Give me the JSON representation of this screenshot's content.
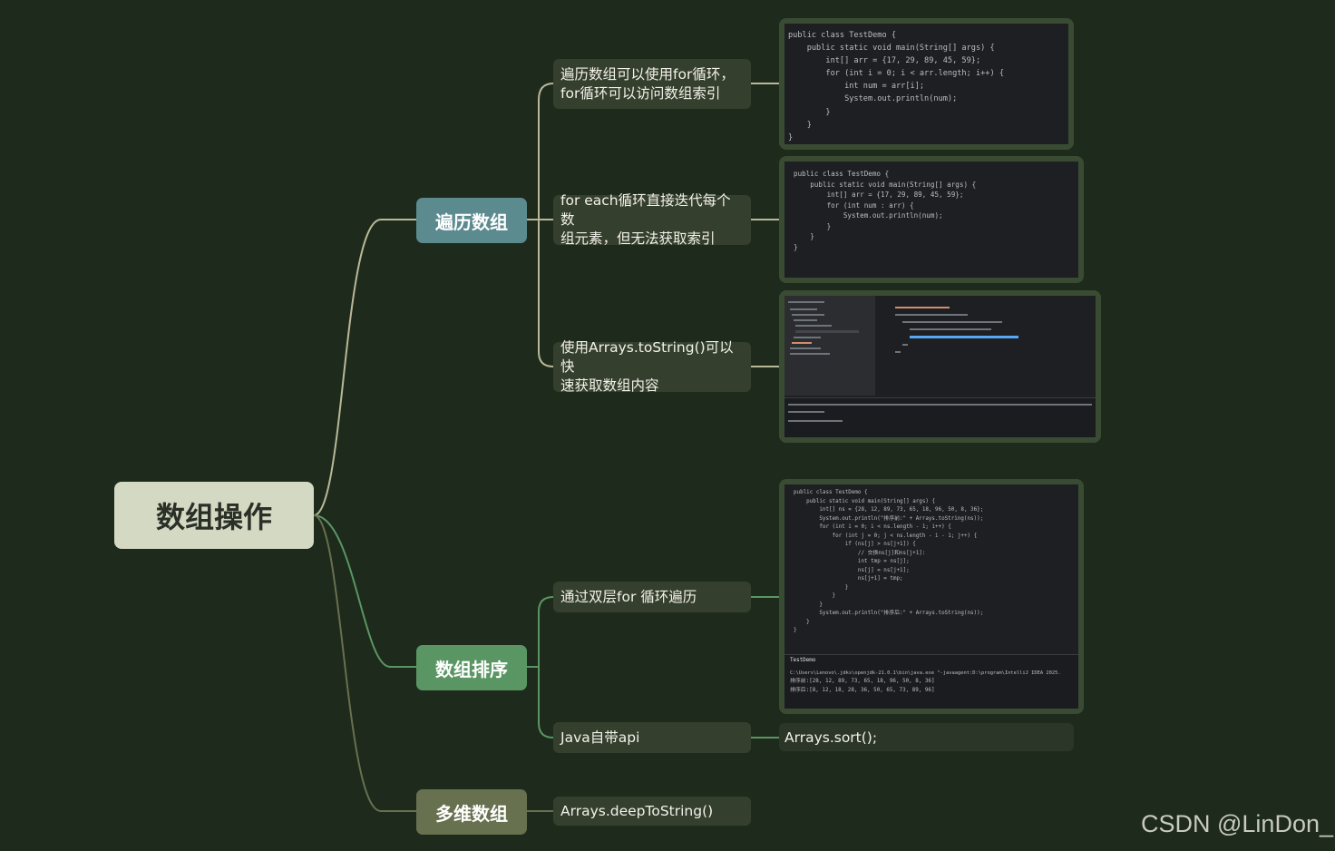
{
  "colors": {
    "background": "#1e2a1c",
    "root": "#d4d9c3",
    "branch_traverse": "#5b8a8f",
    "branch_sort": "#5a9663",
    "branch_multi": "#67704f",
    "leaf": "#353f2d"
  },
  "root": {
    "label": "数组操作"
  },
  "branches": [
    {
      "label": "遍历数组",
      "children": [
        {
          "lines": [
            "遍历数组可以使用for循环，",
            "for循环可以访问数组索引"
          ]
        },
        {
          "lines": [
            "for each循环直接迭代每个数",
            "组元素，但无法获取索引"
          ]
        },
        {
          "lines": [
            "使用Arrays.toString()可以快",
            "速获取数组内容"
          ]
        }
      ]
    },
    {
      "label": "数组排序",
      "children": [
        {
          "lines": [
            "通过双层for 循环遍历"
          ]
        },
        {
          "lines": [
            "Java自带api"
          ]
        }
      ]
    },
    {
      "label": "多维数组",
      "children": [
        {
          "lines": [
            "Arrays.deepToString()"
          ]
        }
      ]
    }
  ],
  "arrays_sort_note": "Arrays.sort();",
  "code": {
    "for_loop": [
      "public class TestDemo {",
      "    public static void main(String[] args) {",
      "        int[] arr = {17, 29, 89, 45, 59};",
      "        for (int i = 0; i < arr.length; i++) {",
      "            int num = arr[i];",
      "            System.out.println(num);",
      "        }",
      "    }",
      "}"
    ],
    "for_each": [
      "public class TestDemo {",
      "    public static void main(String[] args) {",
      "",
      "        int[] arr = {17, 29, 89, 45, 59};",
      "        for (int num : arr) {",
      "            System.out.println(num);",
      "        }",
      "",
      "    }",
      "}"
    ],
    "sort": [
      "public class TestDemo {",
      "    public static void main(String[] args) {",
      "",
      "        int[] ns = {28, 12, 89, 73, 65, 18, 96, 50, 8, 36};",
      "        System.out.println(\"排序前:\" + Arrays.toString(ns));",
      "        for (int i = 0; i < ns.length - 1; i++) {",
      "            for (int j = 0; j < ns.length - i - 1; j++) {",
      "                if (ns[j] > ns[j+1]) {",
      "                    // 交换ns[j]和ns[j+1]:",
      "                    int tmp = ns[j];",
      "                    ns[j] = ns[j+1];",
      "                    ns[j+1] = tmp;",
      "                }",
      "            }",
      "        }",
      "        System.out.println(\"排序后:\" + Arrays.toString(ns));",
      "",
      "    }",
      "}"
    ],
    "sort_tab": "TestDemo",
    "sort_console": [
      "C:\\Users\\Lenovo\\.jdks\\openjdk-21.0.1\\bin\\java.exe \"-javaagent:D:\\program\\IntelliJ IDEA 2025.",
      "排序前:[28, 12, 89, 73, 65, 18, 96, 50, 8, 36]",
      "排序后:[8, 12, 18, 28, 36, 50, 65, 73, 89, 96]"
    ]
  },
  "watermark": "CSDN @LinDon_"
}
